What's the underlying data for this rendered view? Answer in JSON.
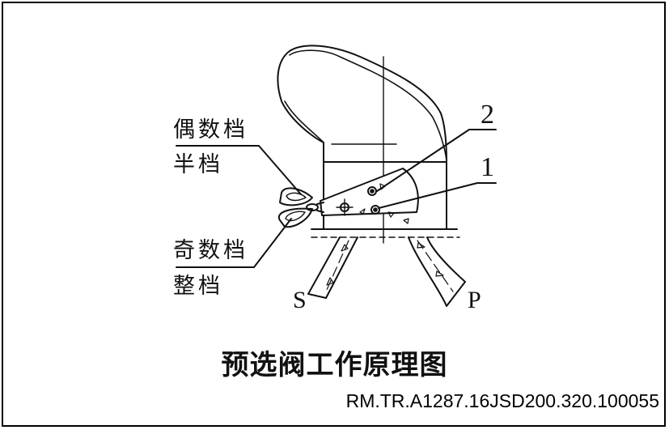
{
  "labels": {
    "even_gear": "偶数档",
    "half_gear": "半档",
    "odd_gear": "奇数档",
    "whole_gear": "整档",
    "callout_2": "2",
    "callout_1": "1",
    "port_s": "S",
    "port_p": "P"
  },
  "caption": {
    "title": "预选阀工作原理图",
    "reference": "RM.TR.A1287.16JSD200.320.100055"
  },
  "colors": {
    "ink": "#111111",
    "background": "#ffffff"
  }
}
